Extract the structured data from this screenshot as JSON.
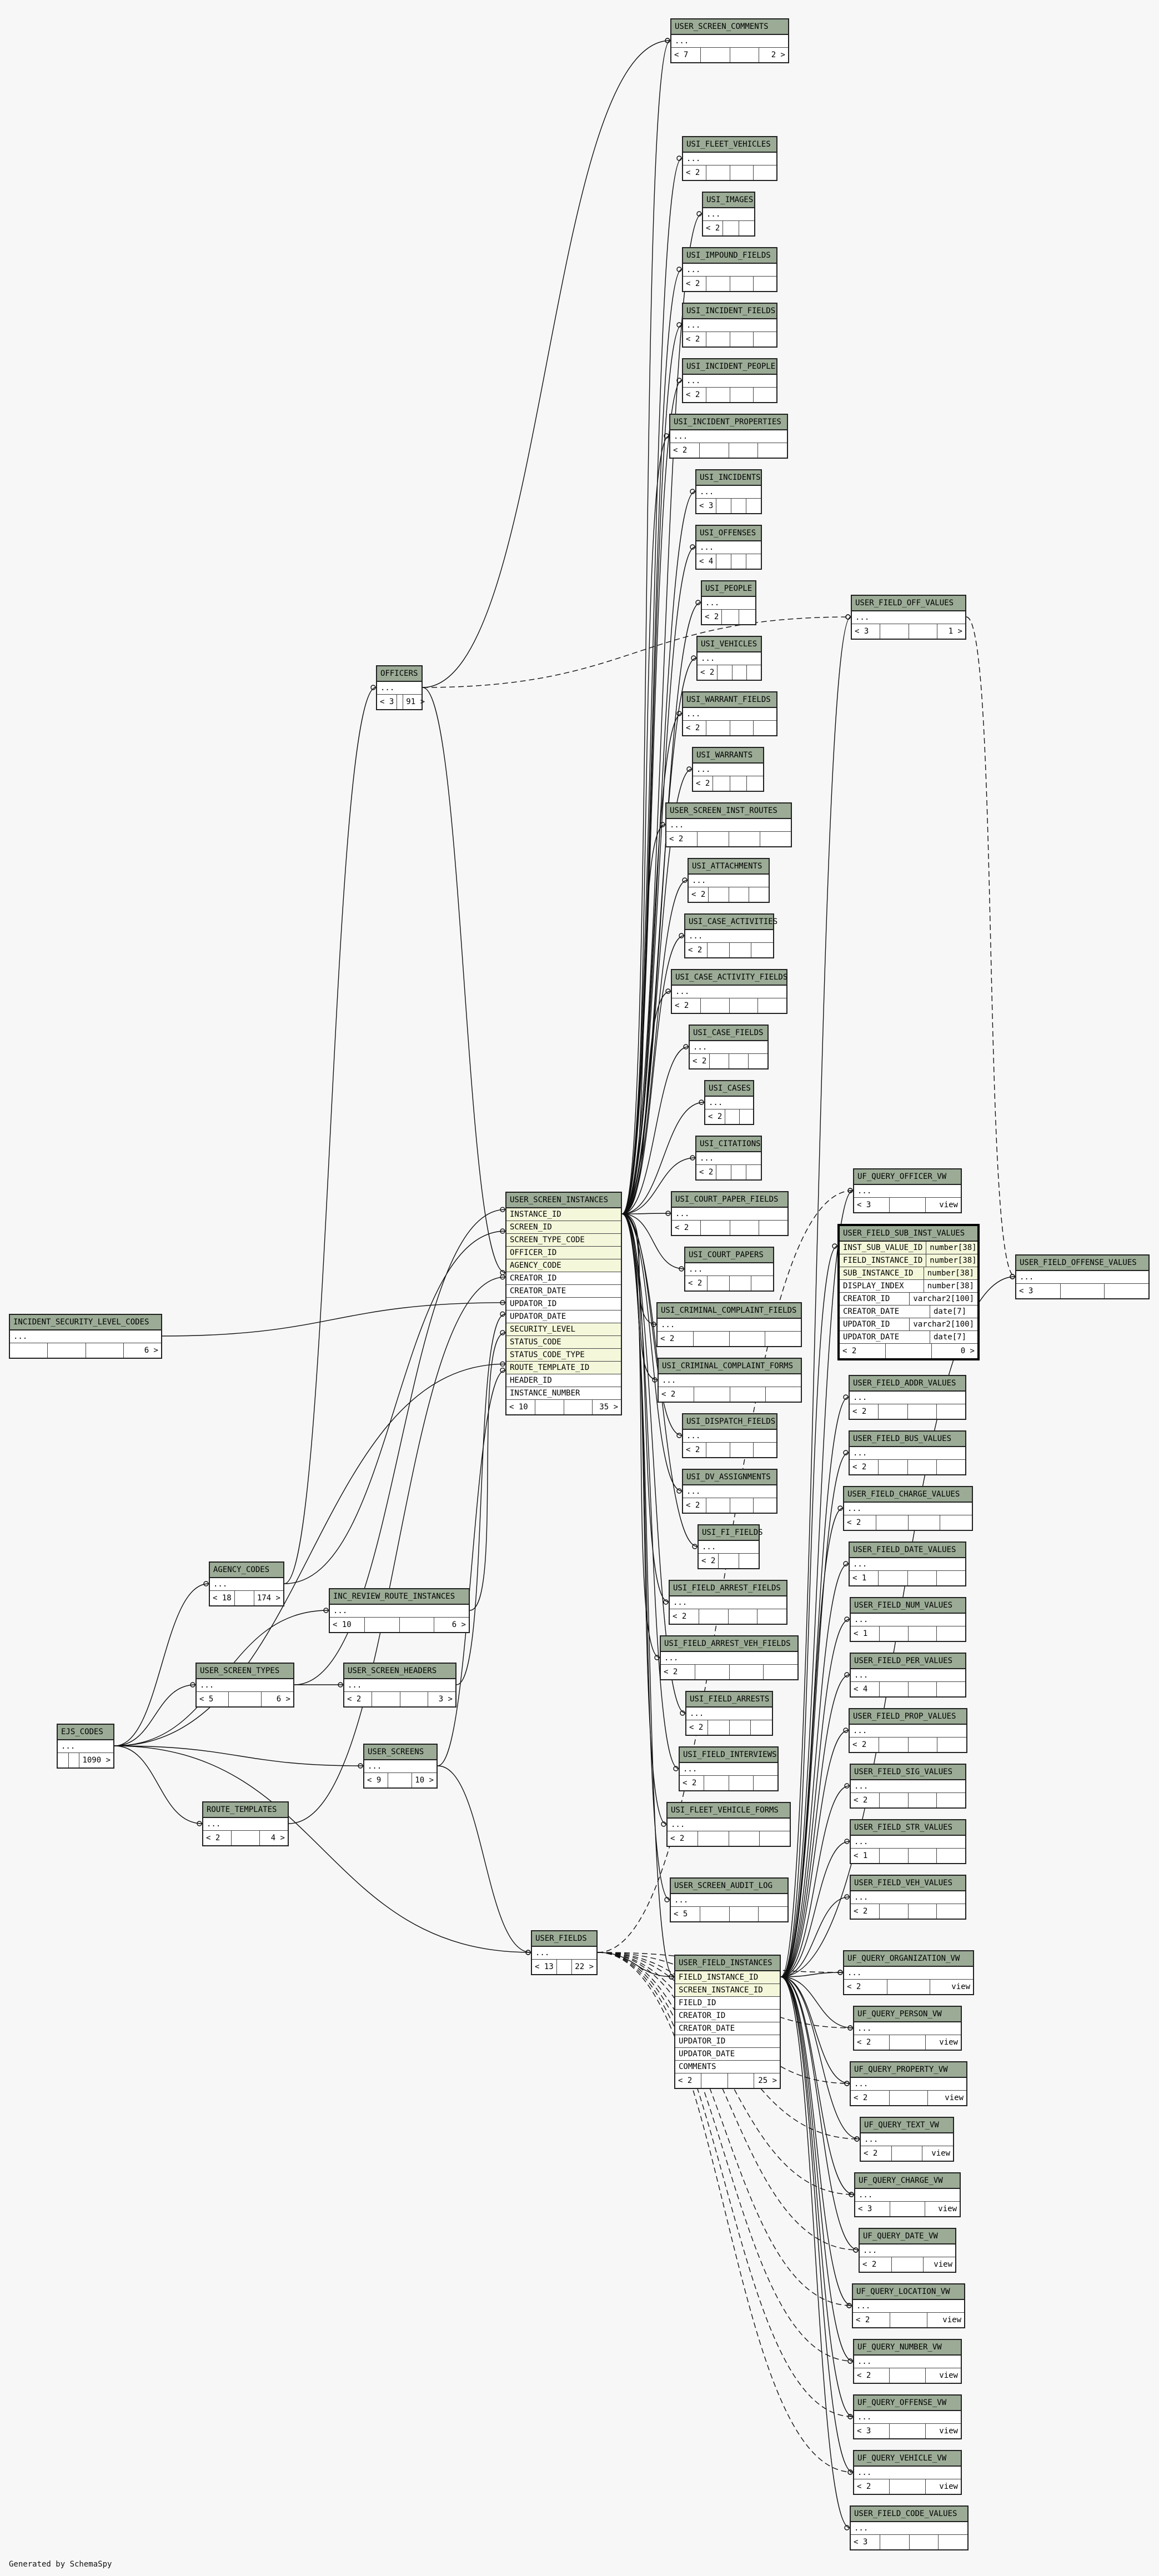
{
  "footer": "Generated by SchemaSpy",
  "tables": [
    {
      "name": "USER_SCREEN_COMMENTS",
      "summary": [
        "< 7",
        "",
        "",
        "2 >"
      ]
    },
    {
      "name": "USI_FLEET_VEHICLES",
      "summary": [
        "< 2",
        "",
        "",
        ""
      ]
    },
    {
      "name": "USI_IMAGES",
      "summary": [
        "< 2",
        "",
        ""
      ]
    },
    {
      "name": "USI_IMPOUND_FIELDS",
      "summary": [
        "< 2",
        "",
        "",
        ""
      ]
    },
    {
      "name": "USI_INCIDENT_FIELDS",
      "summary": [
        "< 2",
        "",
        "",
        ""
      ]
    },
    {
      "name": "USI_INCIDENT_PEOPLE",
      "summary": [
        "< 2",
        "",
        "",
        ""
      ]
    },
    {
      "name": "USI_INCIDENT_PROPERTIES",
      "summary": [
        "< 2",
        "",
        "",
        ""
      ]
    },
    {
      "name": "USI_INCIDENTS",
      "summary": [
        "< 3",
        "",
        "",
        ""
      ]
    },
    {
      "name": "USI_OFFENSES",
      "summary": [
        "< 4",
        "",
        "",
        ""
      ]
    },
    {
      "name": "USI_PEOPLE",
      "summary": [
        "< 2",
        "",
        ""
      ]
    },
    {
      "name": "USI_VEHICLES",
      "summary": [
        "< 2",
        "",
        "",
        ""
      ]
    },
    {
      "name": "USI_WARRANT_FIELDS",
      "summary": [
        "< 2",
        "",
        "",
        ""
      ]
    },
    {
      "name": "USI_WARRANTS",
      "summary": [
        "< 2",
        "",
        "",
        ""
      ]
    },
    {
      "name": "USER_SCREEN_INST_ROUTES",
      "summary": [
        "< 2",
        "",
        "",
        ""
      ]
    },
    {
      "name": "USI_ATTACHMENTS",
      "summary": [
        "< 2",
        "",
        "",
        ""
      ]
    },
    {
      "name": "USI_CASE_ACTIVITIES",
      "summary": [
        "< 2",
        "",
        "",
        ""
      ]
    },
    {
      "name": "USI_CASE_ACTIVITY_FIELDS",
      "summary": [
        "< 2",
        "",
        "",
        ""
      ]
    },
    {
      "name": "USI_CASE_FIELDS",
      "summary": [
        "< 2",
        "",
        "",
        ""
      ]
    },
    {
      "name": "USI_CASES",
      "summary": [
        "< 2",
        "",
        ""
      ]
    },
    {
      "name": "USI_CITATIONS",
      "summary": [
        "< 2",
        "",
        "",
        ""
      ]
    },
    {
      "name": "USI_COURT_PAPER_FIELDS",
      "summary": [
        "< 2",
        "",
        "",
        ""
      ]
    },
    {
      "name": "USI_COURT_PAPERS",
      "summary": [
        "< 2",
        "",
        "",
        ""
      ]
    },
    {
      "name": "USI_CRIMINAL_COMPLAINT_FIELDS",
      "summary": [
        "< 2",
        "",
        "",
        ""
      ]
    },
    {
      "name": "USI_CRIMINAL_COMPLAINT_FORMS",
      "summary": [
        "< 2",
        "",
        "",
        ""
      ]
    },
    {
      "name": "USI_DISPATCH_FIELDS",
      "summary": [
        "< 2",
        "",
        "",
        ""
      ]
    },
    {
      "name": "USI_DV_ASSIGNMENTS",
      "summary": [
        "< 2",
        "",
        "",
        ""
      ]
    },
    {
      "name": "USI_FI_FIELDS",
      "summary": [
        "< 2",
        "",
        ""
      ]
    },
    {
      "name": "USI_FIELD_ARREST_FIELDS",
      "summary": [
        "< 2",
        "",
        "",
        ""
      ]
    },
    {
      "name": "USI_FIELD_ARREST_VEH_FIELDS",
      "summary": [
        "< 2",
        "",
        "",
        ""
      ]
    },
    {
      "name": "USI_FIELD_ARRESTS",
      "summary": [
        "< 2",
        "",
        "",
        ""
      ]
    },
    {
      "name": "USI_FIELD_INTERVIEWS",
      "summary": [
        "< 2",
        "",
        "",
        ""
      ]
    },
    {
      "name": "USI_FLEET_VEHICLE_FORMS",
      "summary": [
        "< 2",
        "",
        "",
        ""
      ]
    },
    {
      "name": "USER_SCREEN_AUDIT_LOG",
      "summary": [
        "< 5",
        "",
        "",
        ""
      ]
    },
    {
      "name": "OFFICERS",
      "summary": [
        "< 3",
        "",
        "91 >"
      ]
    },
    {
      "name": "USER_SCREEN_INSTANCES",
      "summary": [
        "< 10",
        "",
        "",
        "35 >"
      ],
      "columns": [
        "INSTANCE_ID",
        "SCREEN_ID",
        "SCREEN_TYPE_CODE",
        "OFFICER_ID",
        "AGENCY_CODE",
        "CREATOR_ID",
        "CREATOR_DATE",
        "UPDATOR_ID",
        "UPDATOR_DATE",
        "SECURITY_LEVEL",
        "STATUS_CODE",
        "STATUS_CODE_TYPE",
        "ROUTE_TEMPLATE_ID",
        "HEADER_ID",
        "INSTANCE_NUMBER"
      ]
    },
    {
      "name": "INCIDENT_SECURITY_LEVEL_CODES",
      "summary": [
        "",
        "",
        "",
        "6 >"
      ]
    },
    {
      "name": "AGENCY_CODES",
      "summary": [
        "< 18",
        "",
        "174 >"
      ]
    },
    {
      "name": "INC_REVIEW_ROUTE_INSTANCES",
      "summary": [
        "< 10",
        "",
        "",
        "6 >"
      ]
    },
    {
      "name": "USER_SCREEN_TYPES",
      "summary": [
        "< 5",
        "",
        "6 >"
      ]
    },
    {
      "name": "USER_SCREEN_HEADERS",
      "summary": [
        "< 2",
        "",
        "",
        "3 >"
      ]
    },
    {
      "name": "EJS_CODES",
      "summary": [
        "",
        "",
        "1090 >"
      ]
    },
    {
      "name": "USER_SCREENS",
      "summary": [
        "< 9",
        "",
        "10 >"
      ]
    },
    {
      "name": "ROUTE_TEMPLATES",
      "summary": [
        "< 2",
        "",
        "4 >"
      ]
    },
    {
      "name": "USER_FIELDS",
      "summary": [
        "< 13",
        "",
        "22 >"
      ]
    },
    {
      "name": "USER_FIELD_INSTANCES",
      "summary": [
        "< 2",
        "",
        "",
        "25 >"
      ],
      "columns": [
        "FIELD_INSTANCE_ID",
        "SCREEN_INSTANCE_ID",
        "FIELD_ID",
        "CREATOR_ID",
        "CREATOR_DATE",
        "UPDATOR_ID",
        "UPDATOR_DATE",
        "COMMENTS"
      ]
    },
    {
      "name": "USER_FIELD_OFF_VALUES",
      "summary": [
        "< 3",
        "",
        "",
        "1 >"
      ]
    },
    {
      "name": "UF_QUERY_OFFICER_VW",
      "summary": [
        "< 3",
        "",
        "view"
      ]
    },
    {
      "name": "USER_FIELD_SUB_INST_VALUES",
      "summary": [
        "< 2",
        "",
        "0 >"
      ],
      "columns": [
        [
          "INST_SUB_VALUE_ID",
          "number[38]"
        ],
        [
          "FIELD_INSTANCE_ID",
          "number[38]"
        ],
        [
          "SUB_INSTANCE_ID",
          "number[38]"
        ],
        [
          "DISPLAY_INDEX",
          "number[38]"
        ],
        [
          "CREATOR_ID",
          "varchar2[100]"
        ],
        [
          "CREATOR_DATE",
          "date[7]"
        ],
        [
          "UPDATOR_ID",
          "varchar2[100]"
        ],
        [
          "UPDATOR_DATE",
          "date[7]"
        ]
      ]
    },
    {
      "name": "USER_FIELD_OFFENSE_VALUES",
      "summary": [
        "< 3",
        "",
        ""
      ]
    },
    {
      "name": "USER_FIELD_ADDR_VALUES",
      "summary": [
        "< 2",
        "",
        "",
        ""
      ]
    },
    {
      "name": "USER_FIELD_BUS_VALUES",
      "summary": [
        "< 2",
        "",
        "",
        ""
      ]
    },
    {
      "name": "USER_FIELD_CHARGE_VALUES",
      "summary": [
        "< 2",
        "",
        "",
        ""
      ]
    },
    {
      "name": "USER_FIELD_DATE_VALUES",
      "summary": [
        "< 1",
        "",
        "",
        ""
      ]
    },
    {
      "name": "USER_FIELD_NUM_VALUES",
      "summary": [
        "< 1",
        "",
        "",
        ""
      ]
    },
    {
      "name": "USER_FIELD_PER_VALUES",
      "summary": [
        "< 4",
        "",
        "",
        ""
      ]
    },
    {
      "name": "USER_FIELD_PROP_VALUES",
      "summary": [
        "< 2",
        "",
        "",
        ""
      ]
    },
    {
      "name": "USER_FIELD_SIG_VALUES",
      "summary": [
        "< 2",
        "",
        "",
        ""
      ]
    },
    {
      "name": "USER_FIELD_STR_VALUES",
      "summary": [
        "< 1",
        "",
        "",
        ""
      ]
    },
    {
      "name": "USER_FIELD_VEH_VALUES",
      "summary": [
        "< 2",
        "",
        "",
        ""
      ]
    },
    {
      "name": "UF_QUERY_ORGANIZATION_VW",
      "summary": [
        "< 2",
        "",
        "view"
      ]
    },
    {
      "name": "UF_QUERY_PERSON_VW",
      "summary": [
        "< 2",
        "",
        "view"
      ]
    },
    {
      "name": "UF_QUERY_PROPERTY_VW",
      "summary": [
        "< 2",
        "",
        "view"
      ]
    },
    {
      "name": "UF_QUERY_TEXT_VW",
      "summary": [
        "< 2",
        "",
        "view"
      ]
    },
    {
      "name": "UF_QUERY_CHARGE_VW",
      "summary": [
        "< 3",
        "",
        "view"
      ]
    },
    {
      "name": "UF_QUERY_DATE_VW",
      "summary": [
        "< 2",
        "",
        "view"
      ]
    },
    {
      "name": "UF_QUERY_LOCATION_VW",
      "summary": [
        "< 2",
        "",
        "view"
      ]
    },
    {
      "name": "UF_QUERY_NUMBER_VW",
      "summary": [
        "< 2",
        "",
        "view"
      ]
    },
    {
      "name": "UF_QUERY_OFFENSE_VW",
      "summary": [
        "< 3",
        "",
        "view"
      ]
    },
    {
      "name": "UF_QUERY_VEHICLE_VW",
      "summary": [
        "< 2",
        "",
        "view"
      ]
    },
    {
      "name": "USER_FIELD_CODE_VALUES",
      "summary": [
        "< 3",
        "",
        "",
        ""
      ]
    }
  ]
}
